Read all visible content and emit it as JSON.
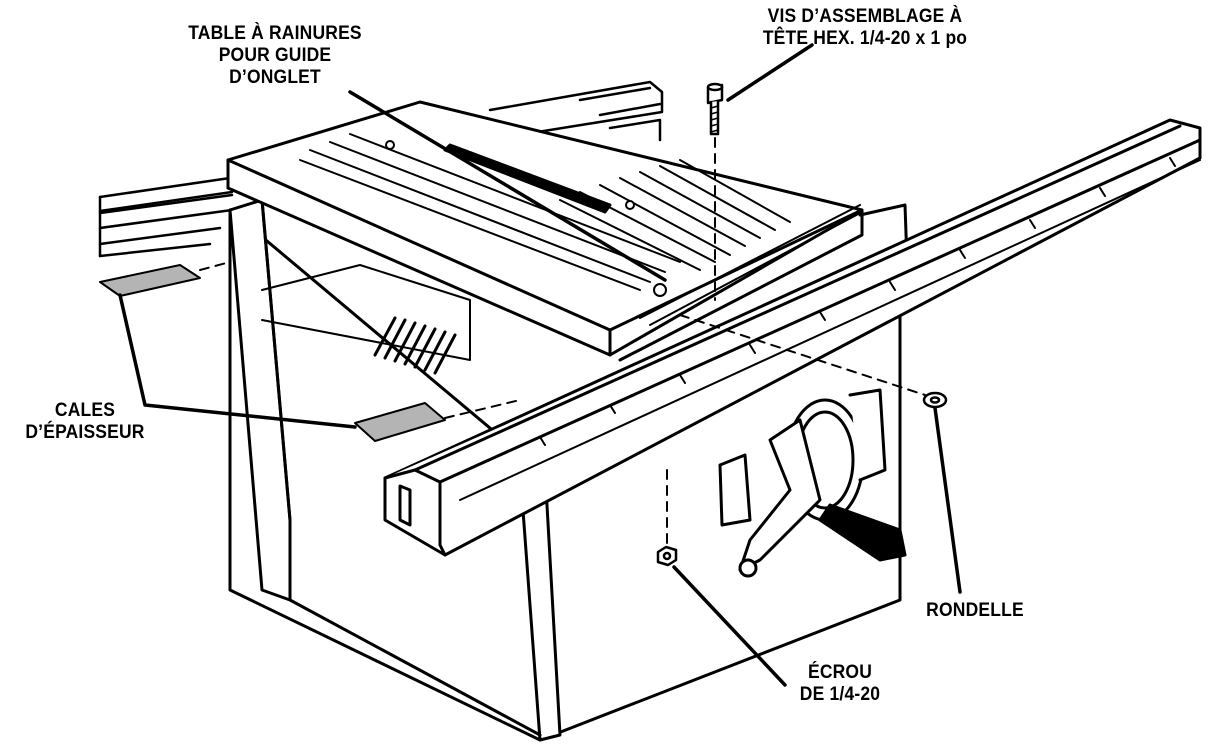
{
  "labels": {
    "miter_table": {
      "line1": "TABLE À RAINURES",
      "line2": "POUR GUIDE",
      "line3": "D’ONGLET"
    },
    "screw": {
      "line1": "VIS D’ASSEMBLAGE À",
      "line2": "TÊTE HEX. 1/4-20 x 1 po"
    },
    "shims": {
      "line1": "CALES",
      "line2": "D’ÉPAISSEUR"
    },
    "washer": {
      "line1": "RONDELLE"
    },
    "nut": {
      "line1": "ÉCROU",
      "line2": "DE 1/4-20"
    }
  },
  "colors": {
    "ink": "#000000",
    "shim_fill": "#b4b4b4",
    "paper": "#ffffff"
  }
}
